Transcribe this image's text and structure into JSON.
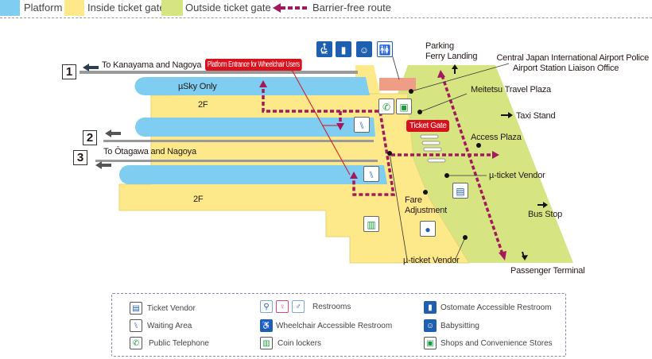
{
  "legend_top": {
    "platform": "Platform",
    "inside": "Inside ticket gate",
    "outside": "Outside ticket gate",
    "route": "Barrier-free route"
  },
  "colors": {
    "platform": "#7fcdf0",
    "inside": "#fde88a",
    "outside": "#d6e482",
    "route": "#a3195b",
    "office": "#ef9e86",
    "red": "#d7121e",
    "blue": "#1f5fb0"
  },
  "tracks": [
    {
      "number": "1",
      "direction": "To Kanayama and Nagoya"
    },
    {
      "number": "2",
      "direction": ""
    },
    {
      "number": "3",
      "direction": "To Ōtagawa and Nagoya"
    }
  ],
  "areas": {
    "platform1": "µSky Only",
    "floor_upper": "2F",
    "floor_lower": "2F"
  },
  "labels": {
    "wheelchair_entrance": "Platform Entrance for Wheelchair Users",
    "ticket_gate": "Ticket Gate",
    "parking": "Parking",
    "ferry": "Ferry Landing",
    "police_1": "Central Japan International Airport Police",
    "police_2": "Airport Station Liaison Office",
    "travel_plaza": "Meitetsu Travel Plaza",
    "taxi": "Taxi Stand",
    "access_plaza": "Access Plaza",
    "ticket_vendor_right": "µ-ticket Vendor",
    "fare_1": "Fare",
    "fare_2": "Adjustment",
    "bus": "Bus Stop",
    "ticket_vendor_bottom": "µ-ticket Vendor",
    "terminal": "Passenger Terminal",
    "wc_icon_text": "WC"
  },
  "legend": [
    {
      "icon": "ticket-vendor",
      "label": "Ticket Vendor"
    },
    {
      "icon": "waiting-area",
      "label": "Waiting Area"
    },
    {
      "icon": "public-telephone",
      "label": "Public Telephone"
    },
    {
      "icon": "restrooms",
      "label": "Restrooms"
    },
    {
      "icon": "wheelchair-restroom",
      "label": "Wheelchair Accessible Restroom"
    },
    {
      "icon": "coin-lockers",
      "label": "Coin lockers"
    },
    {
      "icon": "ostomate-restroom",
      "label": "Ostomate Accessible Restroom"
    },
    {
      "icon": "babysitting",
      "label": "Babysitting"
    },
    {
      "icon": "shops",
      "label": "Shops and Convenience Stores"
    }
  ]
}
